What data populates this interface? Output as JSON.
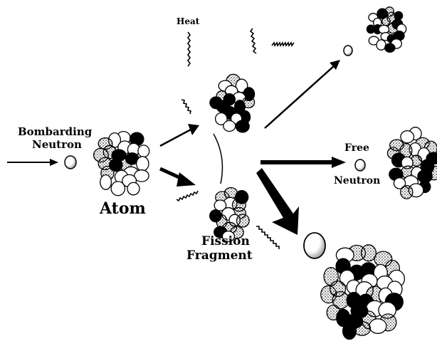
{
  "diagram": {
    "labels": {
      "heat": "Heat",
      "bombarding_line1": "Bombarding",
      "bombarding_line2": "Neutron",
      "atom": "Atom",
      "fission_line1": "Fission",
      "fission_line2": "Fragment",
      "free_line1": "Free",
      "free_line2": "Neutron"
    },
    "colors": {
      "ink": "#000000",
      "paper": "#ffffff"
    }
  }
}
